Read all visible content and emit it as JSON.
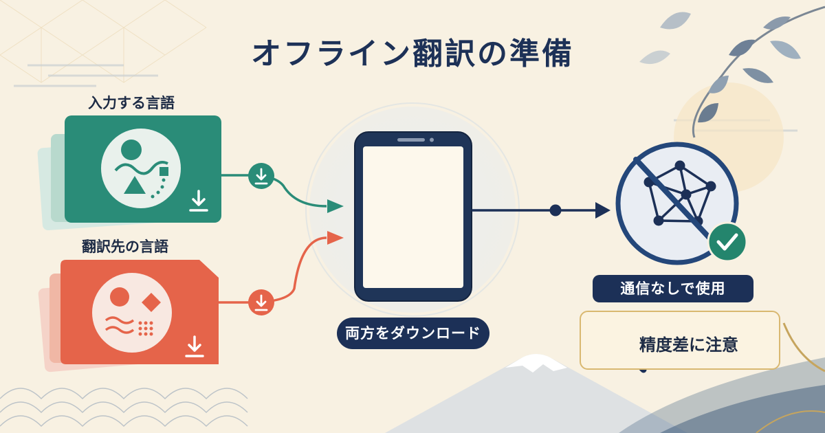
{
  "title": "オフライン翻訳の準備",
  "source": {
    "label": "入力する言語"
  },
  "target": {
    "label": "翻訳先の言語"
  },
  "device": {
    "label": "両方をダウンロード"
  },
  "offline": {
    "label": "通信なしで使用"
  },
  "caution": {
    "label": "精度差に注意"
  },
  "colors": {
    "navy": "#1c3057",
    "teal": "#2a8c78",
    "coral": "#e5644a",
    "cream": "#f8f1e2",
    "gold": "#d9b870",
    "check": "#24856d"
  },
  "icons": [
    "download-icon",
    "tablet-icon",
    "no-network-icon",
    "check-icon",
    "magnifier-chart-icon"
  ]
}
